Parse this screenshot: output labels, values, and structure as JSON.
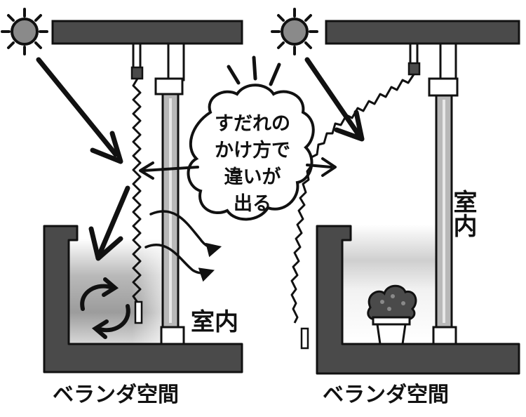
{
  "left_panel": {
    "veranda_label": "ベランダ空間",
    "room_label": "室内",
    "sun_icon": "sun-icon"
  },
  "right_panel": {
    "veranda_label": "ベランダ空間",
    "room_label": "室内",
    "sun_icon": "sun-icon",
    "plant_icon": "potted-plant-icon"
  },
  "callout": {
    "lines": [
      "すだれの",
      "かけ方で",
      "違いが",
      "出る"
    ]
  },
  "colors": {
    "structure": "#4a4a4a",
    "outline": "#111111",
    "sun": "#8a8a8a",
    "shade": "#9a9a9a"
  }
}
